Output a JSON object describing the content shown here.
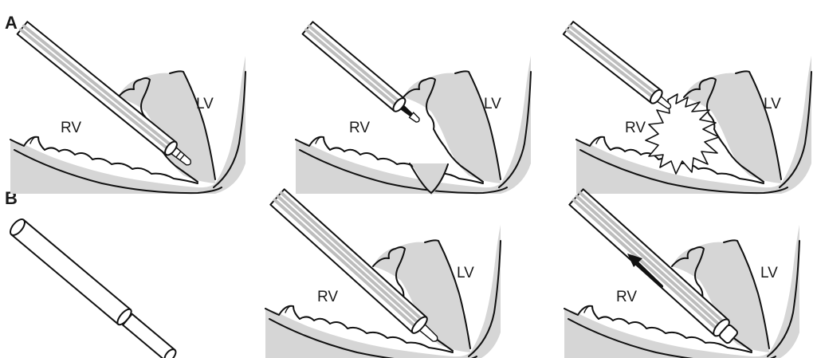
{
  "figure": {
    "row_labels": [
      "A",
      "B"
    ],
    "chamber_labels": {
      "right_ventricle": "RV",
      "left_ventricle": "LV"
    }
  }
}
